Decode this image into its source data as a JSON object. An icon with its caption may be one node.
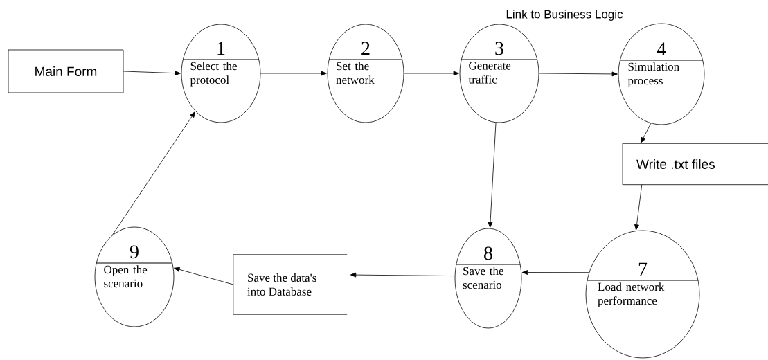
{
  "diagram": {
    "nodes": [
      {
        "text": [
          "Main Form"
        ]
      },
      {
        "text": [
          "1",
          "Select the protocol"
        ]
      },
      {
        "text": [
          "2",
          "Set the network"
        ]
      },
      {
        "text": [
          "3",
          "Generate traffic"
        ]
      },
      {
        "text": [
          "4",
          "Simulation process"
        ]
      },
      {
        "text": [
          "Write .txt files"
        ]
      },
      {
        "text": [
          "9",
          "Open the scenario"
        ]
      },
      {
        "text": [
          "Save the data's into Database"
        ]
      },
      {
        "text": [
          "8",
          "Save the scenario"
        ]
      },
      {
        "text": [
          "7",
          "Load network performance"
        ]
      }
    ],
    "edges": [
      {
        "from": 0,
        "to": 1,
        "arrow": "to"
      },
      {
        "from": 1,
        "to": 2,
        "arrow": "to"
      },
      {
        "from": 2,
        "to": 3,
        "arrow": "to"
      },
      {
        "from": 3,
        "to": 4,
        "arrow": "to"
      },
      {
        "from": 4,
        "to": 5,
        "arrow": "to"
      },
      {
        "from": 5,
        "to": 9,
        "arrow": "to"
      },
      {
        "from": 3,
        "to": 8,
        "arrow": "to"
      },
      {
        "from": 9,
        "to": 8,
        "arrow": "to"
      },
      {
        "from": 8,
        "to": 7,
        "arrow": "to"
      },
      {
        "from": 7,
        "to": 6,
        "arrow": "to"
      },
      {
        "from": 6,
        "to": 1,
        "arrow": "to"
      }
    ],
    "labels": [
      "Link to Business Logic"
    ]
  }
}
